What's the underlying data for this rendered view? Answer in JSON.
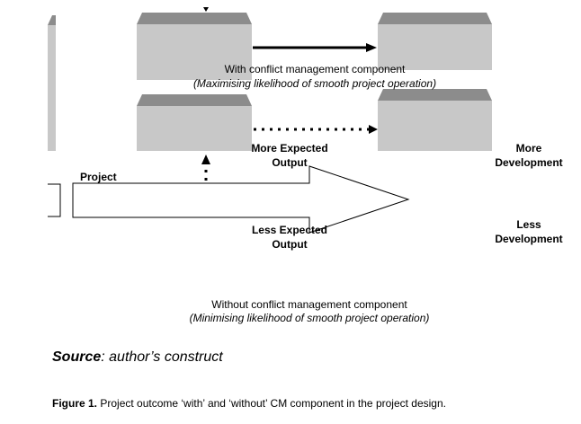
{
  "labels": {
    "with_title": "With conflict management component",
    "with_subtitle": "(Maximising likelihood of smooth project operation)",
    "more_expected_output_1": "More Expected",
    "more_expected_output_2": "Output",
    "more_development_1": "More",
    "more_development_2": "Development",
    "project": "Project",
    "less_expected_output_1": "Less Expected",
    "less_expected_output_2": "Output",
    "less_development_1": "Less",
    "less_development_2": "Development",
    "without_title": "Without conflict management component",
    "without_subtitle": "(Minimising likelihood of smooth project operation)"
  },
  "source": {
    "label": "Source",
    "text": ": author’s construct"
  },
  "caption": {
    "label": "Figure 1.",
    "text": " Project outcome ‘with’ and ‘without’ CM component in the project design."
  },
  "colors": {
    "box_face": "#c8c8c8",
    "box_top": "#8c8c8c",
    "line": "#000000"
  }
}
